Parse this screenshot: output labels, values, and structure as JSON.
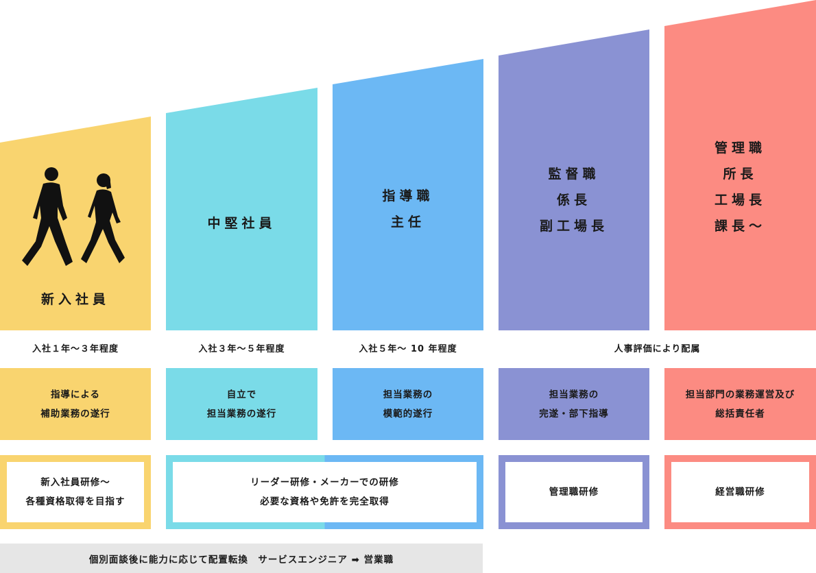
{
  "colors": {
    "yellow": "#f9d46f",
    "cyan": "#7adbe8",
    "blue": "#6cb8f4",
    "purple": "#8a92d3",
    "salmon": "#fc8b82",
    "gray": "#e6e6e6"
  },
  "stages": [
    {
      "title_lines": [
        "新入社員"
      ],
      "period": "入社１年～３年程度",
      "role_lines": [
        "指導による",
        "補助業務の遂行"
      ]
    },
    {
      "title_lines": [
        "中堅社員"
      ],
      "period": "入社３年～５年程度",
      "role_lines": [
        "自立で",
        "担当業務の遂行"
      ]
    },
    {
      "title_lines": [
        "指導職",
        "主任"
      ],
      "period": "入社５年～ 10 年程度",
      "role_lines": [
        "担当業務の",
        "模範的遂行"
      ]
    },
    {
      "title_lines": [
        "監督職",
        "係長",
        "副工場長"
      ],
      "role_lines": [
        "担当業務の",
        "完遂・部下指導"
      ]
    },
    {
      "title_lines": [
        "管理職",
        "所長",
        "工場長",
        "課長～"
      ],
      "role_lines": [
        "担当部門の業務運営及び",
        "総括責任者"
      ]
    }
  ],
  "shared_period": "人事評価により配属",
  "training": [
    {
      "lines": [
        "新入社員研修～",
        "各種資格取得を目指す"
      ]
    },
    {
      "lines": [
        "リーダー研修・メーカーでの研修",
        "必要な資格や免許を完全取得"
      ]
    },
    {
      "lines": [
        "管理職研修"
      ]
    },
    {
      "lines": [
        "経営職研修"
      ]
    }
  ],
  "bottom_text": "個別面談後に能力に応じて配置転換　サービスエンジニア ➡ 営業職",
  "icons": {
    "people": "walking-people-icon"
  }
}
